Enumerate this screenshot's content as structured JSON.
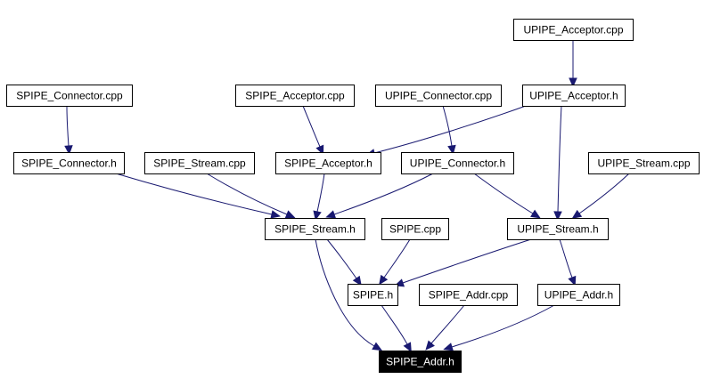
{
  "diagram": {
    "colors": {
      "edge": "#191970",
      "node_fill": "#ffffff",
      "node_stroke": "#000000",
      "focus_fill": "#000000",
      "focus_text": "#ffffff"
    },
    "nodes": [
      {
        "id": "upipe-acceptor-cpp",
        "label": "UPIPE_Acceptor.cpp"
      },
      {
        "id": "spipe-connector-cpp",
        "label": "SPIPE_Connector.cpp"
      },
      {
        "id": "spipe-acceptor-cpp",
        "label": "SPIPE_Acceptor.cpp"
      },
      {
        "id": "upipe-connector-cpp",
        "label": "UPIPE_Connector.cpp"
      },
      {
        "id": "upipe-acceptor-h",
        "label": "UPIPE_Acceptor.h"
      },
      {
        "id": "spipe-connector-h",
        "label": "SPIPE_Connector.h"
      },
      {
        "id": "spipe-stream-cpp",
        "label": "SPIPE_Stream.cpp"
      },
      {
        "id": "spipe-acceptor-h",
        "label": "SPIPE_Acceptor.h"
      },
      {
        "id": "upipe-connector-h",
        "label": "UPIPE_Connector.h"
      },
      {
        "id": "upipe-stream-cpp",
        "label": "UPIPE_Stream.cpp"
      },
      {
        "id": "spipe-stream-h",
        "label": "SPIPE_Stream.h"
      },
      {
        "id": "spipe-cpp",
        "label": "SPIPE.cpp"
      },
      {
        "id": "upipe-stream-h",
        "label": "UPIPE_Stream.h"
      },
      {
        "id": "spipe-h",
        "label": "SPIPE.h"
      },
      {
        "id": "spipe-addr-cpp",
        "label": "SPIPE_Addr.cpp"
      },
      {
        "id": "upipe-addr-h",
        "label": "UPIPE_Addr.h"
      },
      {
        "id": "spipe-addr-h",
        "label": "SPIPE_Addr.h",
        "focus": true
      }
    ],
    "edges": [
      {
        "from": "upipe-acceptor-cpp",
        "to": "upipe-acceptor-h"
      },
      {
        "from": "spipe-connector-cpp",
        "to": "spipe-connector-h"
      },
      {
        "from": "spipe-acceptor-cpp",
        "to": "spipe-acceptor-h"
      },
      {
        "from": "upipe-connector-cpp",
        "to": "upipe-connector-h"
      },
      {
        "from": "upipe-acceptor-h",
        "to": "spipe-acceptor-h"
      },
      {
        "from": "upipe-acceptor-h",
        "to": "upipe-stream-h"
      },
      {
        "from": "spipe-connector-h",
        "to": "spipe-stream-h"
      },
      {
        "from": "spipe-stream-cpp",
        "to": "spipe-stream-h"
      },
      {
        "from": "spipe-acceptor-h",
        "to": "spipe-stream-h"
      },
      {
        "from": "upipe-connector-h",
        "to": "spipe-stream-h"
      },
      {
        "from": "upipe-connector-h",
        "to": "upipe-stream-h"
      },
      {
        "from": "upipe-stream-cpp",
        "to": "upipe-stream-h"
      },
      {
        "from": "spipe-stream-h",
        "to": "spipe-h"
      },
      {
        "from": "spipe-stream-h",
        "to": "spipe-addr-h"
      },
      {
        "from": "spipe-cpp",
        "to": "spipe-h"
      },
      {
        "from": "upipe-stream-h",
        "to": "spipe-h"
      },
      {
        "from": "upipe-stream-h",
        "to": "upipe-addr-h"
      },
      {
        "from": "spipe-h",
        "to": "spipe-addr-h"
      },
      {
        "from": "spipe-addr-cpp",
        "to": "spipe-addr-h"
      },
      {
        "from": "upipe-addr-h",
        "to": "spipe-addr-h"
      }
    ]
  }
}
